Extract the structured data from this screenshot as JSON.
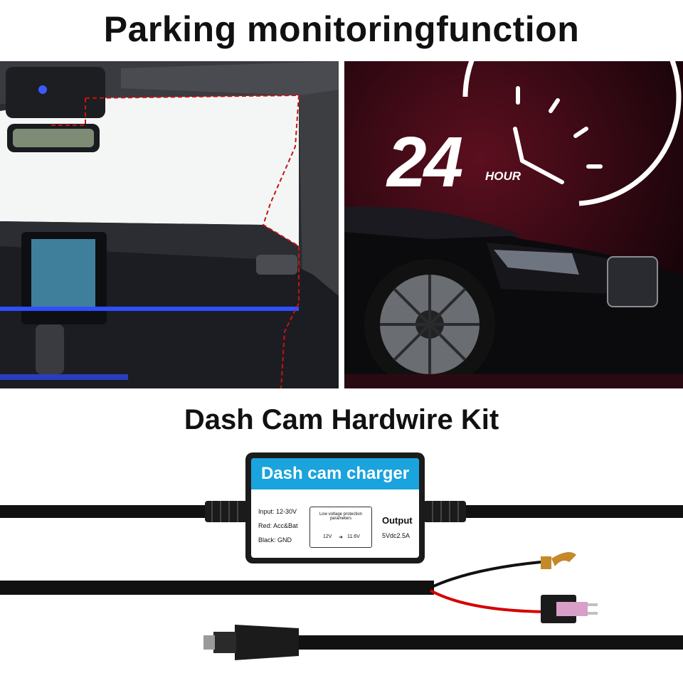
{
  "title": "Parking monitoringfunction",
  "subtitle": "Dash Cam Hardwire Kit",
  "badge": {
    "number": "24",
    "unit": "HOUR"
  },
  "device": {
    "label": "Dash cam charger",
    "input": "Input: 12-30V",
    "red": "Red: Acc&Bat",
    "black": "Black: GND",
    "protection_title": "Low voltage protection parameters",
    "protection_from": "12V",
    "protection_arrow": "➜",
    "protection_to": "11.6V",
    "output_title": "Output",
    "output_value": "5Vdc2.5A"
  },
  "colors": {
    "accent": "#1aa3dd",
    "route": "#cc1111",
    "wire_red": "#d40000"
  }
}
